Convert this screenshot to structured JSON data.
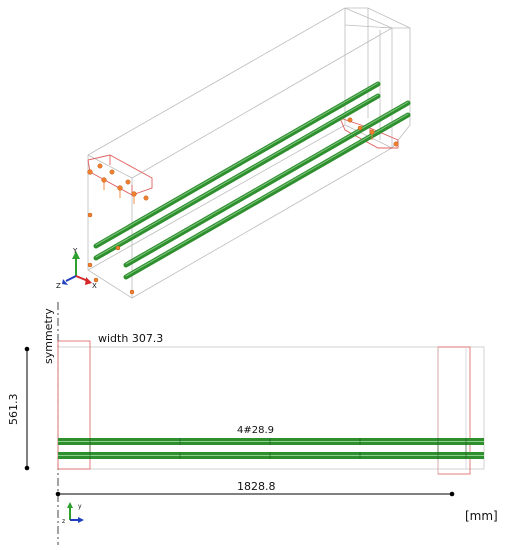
{
  "iso_view": {
    "axes": {
      "y_label": "Y",
      "z_label": "Z",
      "x_label": "X",
      "colors": {
        "y": "#2ea02e",
        "z": "#1f3fbf",
        "x": "#d62728"
      }
    },
    "bar_color": "#2f8f2f",
    "load_color": "#f08030",
    "outline_color": "#b8b8b8",
    "support_color": "#e06060"
  },
  "section_view": {
    "symmetry_label": "symmetry",
    "width_label": "width 307.3",
    "height_dim": "561.3",
    "rebar_label": "4#28.9",
    "length_dim": "1828.8",
    "units_label": "[mm]",
    "axes": {
      "y_label": "y",
      "z_label": "z",
      "colors": {
        "y": "#2ea02e",
        "z": "#1f3fbf"
      }
    }
  }
}
